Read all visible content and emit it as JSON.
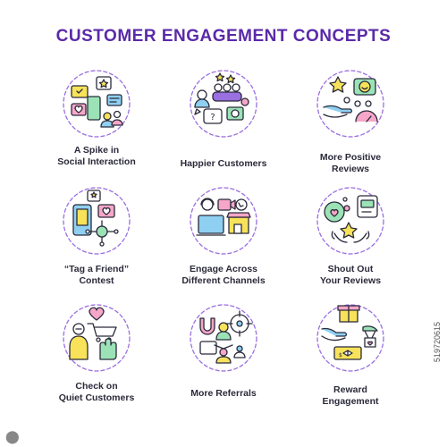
{
  "title": "CUSTOMER ENGAGEMENT CONCEPTS",
  "colors": {
    "title": "#5a2aa8",
    "stroke": "#2a2a3a",
    "yellow": "#f7e25a",
    "blue": "#8fd0f2",
    "pink": "#f6a6c8",
    "green": "#9be3b6",
    "purple": "#9a6fe0"
  },
  "concepts": [
    {
      "icon": "social-interaction-icon",
      "lines": [
        "A Spike in",
        "Social Interaction"
      ]
    },
    {
      "icon": "happy-customers-icon",
      "lines": [
        "Happier Customers"
      ]
    },
    {
      "icon": "positive-reviews-icon",
      "lines": [
        "More Positive",
        "Reviews"
      ]
    },
    {
      "icon": "tag-a-friend-icon",
      "lines": [
        "“Tag a Friend”",
        "Contest"
      ]
    },
    {
      "icon": "channels-icon",
      "lines": [
        "Engage Across",
        "Different Channels"
      ]
    },
    {
      "icon": "shout-out-icon",
      "lines": [
        "Shout Out",
        "Your Reviews"
      ]
    },
    {
      "icon": "quiet-customers-icon",
      "lines": [
        "Check on",
        "Quiet Customers"
      ]
    },
    {
      "icon": "referrals-icon",
      "lines": [
        "More Referrals"
      ]
    },
    {
      "icon": "reward-icon",
      "lines": [
        "Reward",
        "Engagement"
      ]
    }
  ],
  "watermark": "519720615"
}
